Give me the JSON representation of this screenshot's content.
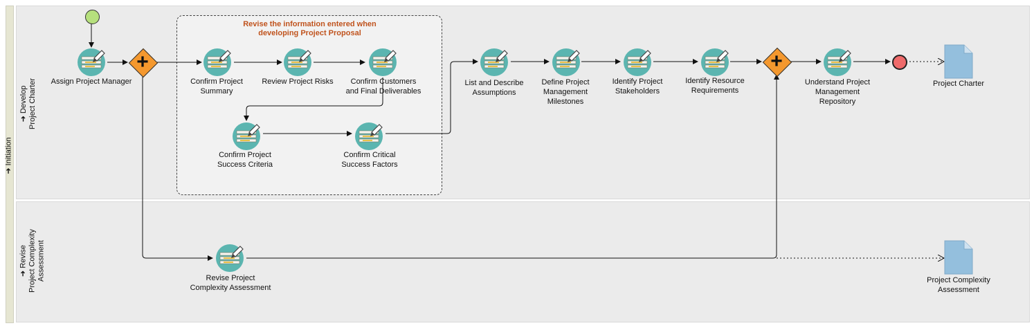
{
  "pool": {
    "label": "Initiation"
  },
  "lanes": [
    {
      "id": "develop",
      "label_line1": "Develop",
      "label_line2": "Project Charter"
    },
    {
      "id": "revise",
      "label_line1": "Revise",
      "label_line2": "Project Complexity",
      "label_line3": "Assessment"
    }
  ],
  "group": {
    "title_line1": "Revise the information entered when",
    "title_line2": "developing Project Proposal"
  },
  "tasks": [
    {
      "id": "assign",
      "line1": "Assign Project Manager",
      "line2": ""
    },
    {
      "id": "summary",
      "line1": "Confirm Project",
      "line2": "Summary"
    },
    {
      "id": "risks",
      "line1": "Review Project Risks",
      "line2": ""
    },
    {
      "id": "customers",
      "line1": "Confirm Customers",
      "line2": "and Final Deliverables"
    },
    {
      "id": "criteria",
      "line1": "Confirm Project",
      "line2": "Success Criteria"
    },
    {
      "id": "factors",
      "line1": "Confirm Critical",
      "line2": "Success Factors"
    },
    {
      "id": "assumptions",
      "line1": "List and Describe",
      "line2": "Assumptions"
    },
    {
      "id": "milestones",
      "line1": "Define Project",
      "line2": "Management",
      "line3": "Milestones"
    },
    {
      "id": "stakeholders",
      "line1": "Identify Project",
      "line2": "Stakeholders"
    },
    {
      "id": "resources",
      "line1": "Identify Resource",
      "line2": "Requirements"
    },
    {
      "id": "repository",
      "line1": "Understand Project",
      "line2": "Management",
      "line3": "Repository"
    },
    {
      "id": "complexity",
      "line1": "Revise Project",
      "line2": "Complexity Assessment"
    }
  ],
  "documents": [
    {
      "id": "charter",
      "line1": "Project Charter",
      "line2": ""
    },
    {
      "id": "complexity-doc",
      "line1": "Project Complexity",
      "line2": "Assessment"
    }
  ],
  "colors": {
    "task_fill": "#5bb5b0",
    "gateway": "#f4982e",
    "start": "#b6e07d",
    "end": "#ef6b6b",
    "document": "#94bfdd",
    "group_title": "#c0531d"
  }
}
